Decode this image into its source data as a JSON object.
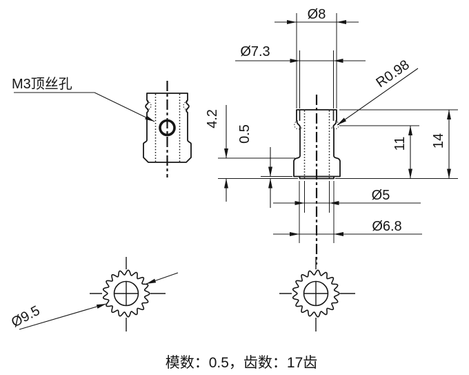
{
  "colors": {
    "line": "#161616",
    "background": "#ffffff"
  },
  "annotation_label": {
    "m3_hole": "M3顶丝孔"
  },
  "dimensions": {
    "tip_diameter_top": "Ø8",
    "root_diameter": "Ø7.3",
    "undercut_radius": "R0.98",
    "gear_face_width": "4.2",
    "lip_thickness": "0.5",
    "body_length": "11",
    "total_length": "14",
    "bore_diameter": "Ø5",
    "hub_diameter": "Ø6.8",
    "gear_tip_diameter": "Ø9.5"
  },
  "gear": {
    "module": 0.5,
    "teeth": 17
  },
  "footer": {
    "spec_text": "模数：0.5，齿数：17齿"
  }
}
